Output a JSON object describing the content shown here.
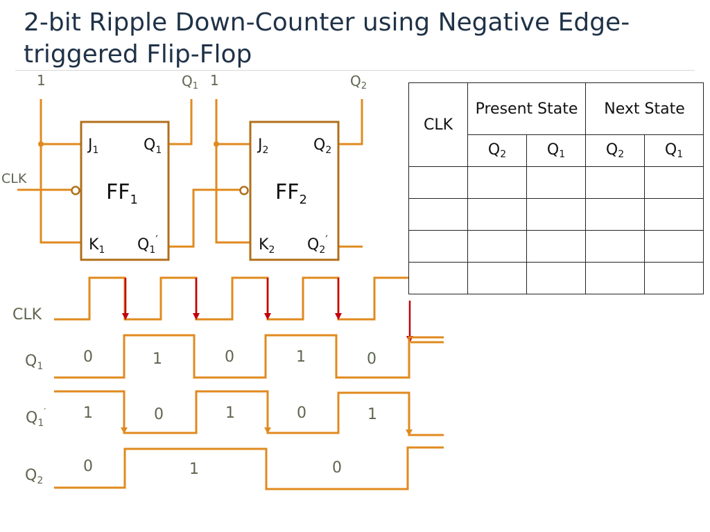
{
  "title": "2-bit Ripple Down-Counter using Negative Edge-triggered Flip-Flop",
  "circuit": {
    "input_high_label": "1",
    "clk_label": "CLK",
    "ff1": {
      "name": "FF",
      "sub": "1",
      "j": "J",
      "j_sub": "1",
      "k": "K",
      "k_sub": "1",
      "q": "Q",
      "q_sub": "1",
      "qbar": "Q",
      "qbar_sub": "1",
      "prime": "′"
    },
    "ff2": {
      "name": "FF",
      "sub": "2",
      "j": "J",
      "j_sub": "2",
      "k": "K",
      "k_sub": "2",
      "q": "Q",
      "q_sub": "2",
      "qbar": "Q",
      "qbar_sub": "2",
      "prime": "′"
    },
    "out1_label": "Q",
    "out1_sub": "1",
    "out2_label": "Q",
    "out2_sub": "2"
  },
  "table": {
    "col_clk": "CLK",
    "col_present": "Present State",
    "col_next": "Next State",
    "sub_headers": [
      {
        "q": "Q",
        "sub": "2"
      },
      {
        "q": "Q",
        "sub": "1"
      },
      {
        "q": "Q",
        "sub": "2"
      },
      {
        "q": "Q",
        "sub": "1"
      }
    ],
    "rows": [
      [
        "",
        "",
        "",
        "",
        ""
      ],
      [
        "",
        "",
        "",
        "",
        ""
      ],
      [
        "",
        "",
        "",
        "",
        ""
      ],
      [
        "",
        "",
        "",
        "",
        ""
      ]
    ]
  },
  "timing": {
    "signals": [
      {
        "name": "CLK",
        "sub": "",
        "prime": ""
      },
      {
        "name": "Q",
        "sub": "1",
        "prime": "",
        "values": [
          "0",
          "1",
          "0",
          "1",
          "0"
        ]
      },
      {
        "name": "Q",
        "sub": "1",
        "prime": "′",
        "values": [
          "1",
          "0",
          "1",
          "0",
          "1"
        ]
      },
      {
        "name": "Q",
        "sub": "2",
        "prime": "",
        "values": [
          "0",
          "1",
          "0"
        ]
      }
    ]
  },
  "colors": {
    "wire": "#e08a1e",
    "arrow": "#c0000c",
    "title": "#1f3247"
  }
}
